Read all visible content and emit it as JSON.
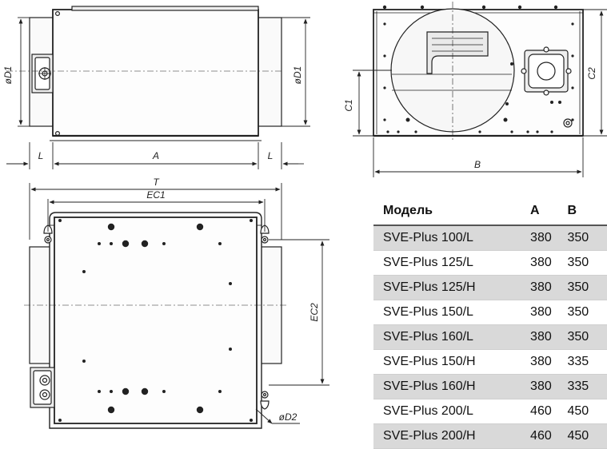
{
  "drawing": {
    "labels": {
      "d1": "øD1",
      "l": "L",
      "a": "A",
      "t": "T",
      "ec1": "EC1",
      "ec2": "EC2",
      "d2": "øD2",
      "b": "B",
      "c1": "C1",
      "c2": "C2"
    }
  },
  "table": {
    "headers": [
      "Модель",
      "A",
      "B"
    ],
    "rows": [
      [
        "SVE-Plus 100/L",
        "380",
        "350"
      ],
      [
        "SVE-Plus 125/L",
        "380",
        "350"
      ],
      [
        "SVE-Plus 125/H",
        "380",
        "350"
      ],
      [
        "SVE-Plus 150/L",
        "380",
        "350"
      ],
      [
        "SVE-Plus 160/L",
        "380",
        "350"
      ],
      [
        "SVE-Plus 150/H",
        "380",
        "335"
      ],
      [
        "SVE-Plus 160/H",
        "380",
        "335"
      ],
      [
        "SVE-Plus 200/L",
        "460",
        "450"
      ],
      [
        "SVE-Plus 200/H",
        "460",
        "450"
      ]
    ]
  }
}
